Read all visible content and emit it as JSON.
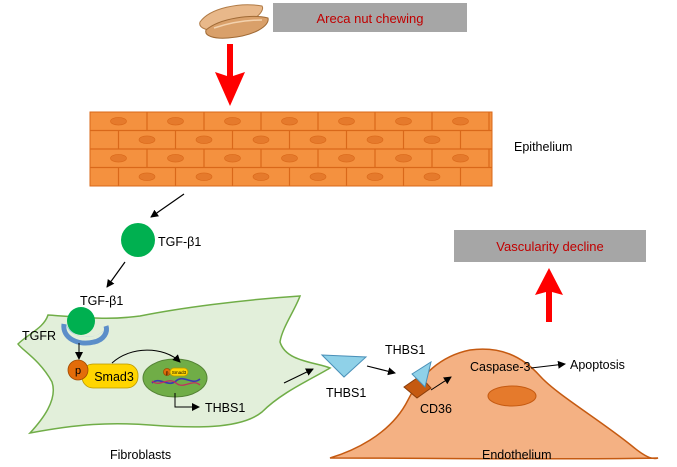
{
  "colors": {
    "banner_fill": "#a6a6a6",
    "banner_text": "#c00000",
    "arrow_red": "#ff0000",
    "brick_fill": "#f4913f",
    "brick_line": "#d9681a",
    "nucleus_fill": "#e57a2c",
    "green_ball": "#00b050",
    "fibroblast_fill": "#e2efda",
    "fibroblast_line": "#70ad47",
    "inner_nucleus": "#70ad47",
    "endothelium_fill": "#f4b183",
    "endothelium_line": "#c55a11",
    "triangle_fill": "#8fd1e8",
    "receptor_fill": "#9dc3e6",
    "smad_fill": "#ffd500",
    "p_fill": "#e36c0a",
    "cd36_fill": "#c55a11"
  },
  "icons": {
    "areca": "areca-nut-icon"
  },
  "labels": {
    "areca_banner": "Areca nut chewing",
    "epithelium": "Epithelium",
    "tgf_b1_free": "TGF-β1",
    "tgf_b1_bound": "TGF-β1",
    "tgfr": "TGFR",
    "p_badge": "p",
    "smad3": "Smad3",
    "p_badge_small": "p",
    "smad3_small": "Smad3",
    "thbs1_product": "THBS1",
    "fibroblasts": "Fibroblasts",
    "thbs1_secreted": "THBS1",
    "thbs1_bound": "THBS1",
    "cd36": "CD36",
    "caspase3": "Caspase-3",
    "apoptosis": "Apoptosis",
    "endothelium": "Endothelium",
    "vascularity_banner": "Vascularity decline"
  }
}
